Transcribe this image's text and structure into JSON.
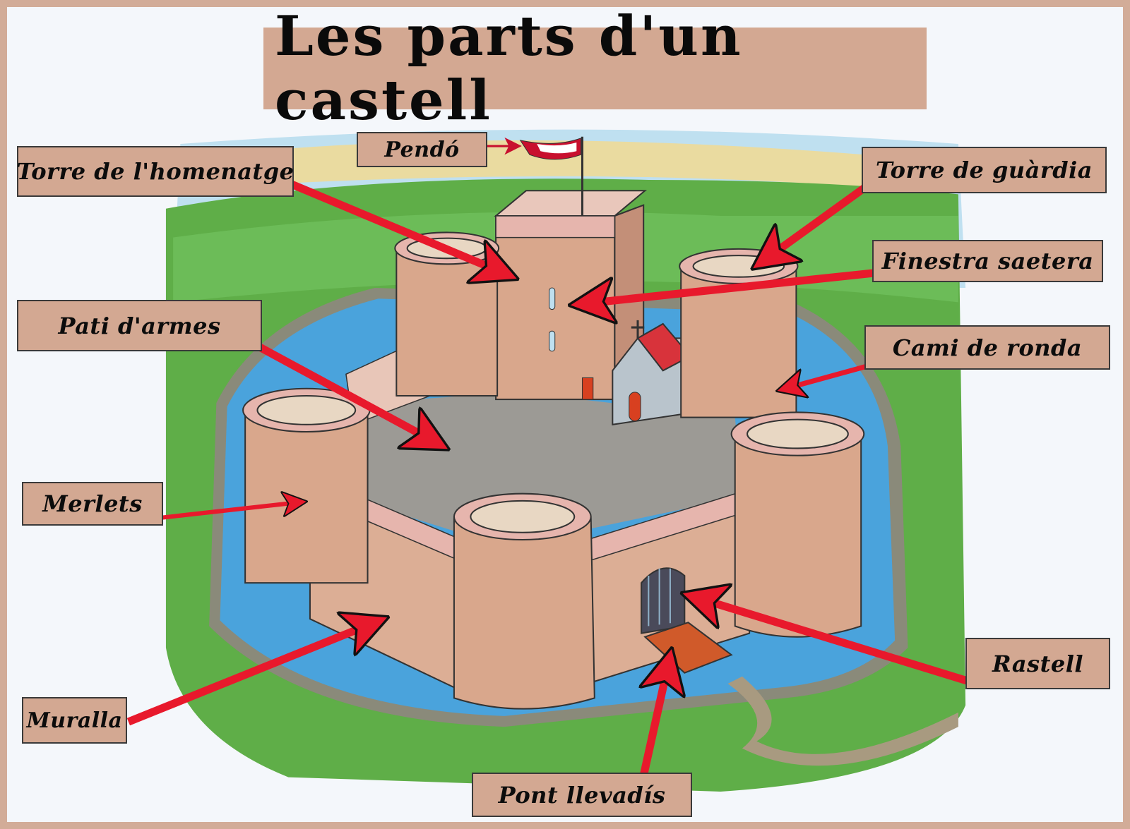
{
  "title": "Les parts d'un castell",
  "labels": {
    "pendo": "Pendó",
    "torre_homenatge": "Torre de l'homenatge",
    "torre_guardia": "Torre de guàrdia",
    "finestra_saetera": "Finestra saetera",
    "pati_armes": "Pati d'armes",
    "cami_ronda": "Cami de ronda",
    "merlets": "Merlets",
    "rastell": "Rastell",
    "muralla": "Muralla",
    "pont_llevadis": "Pont llevadís"
  },
  "colors": {
    "label_bg": "#d3a892",
    "arrow": "#e8192c",
    "frame": "#d2ac98"
  }
}
